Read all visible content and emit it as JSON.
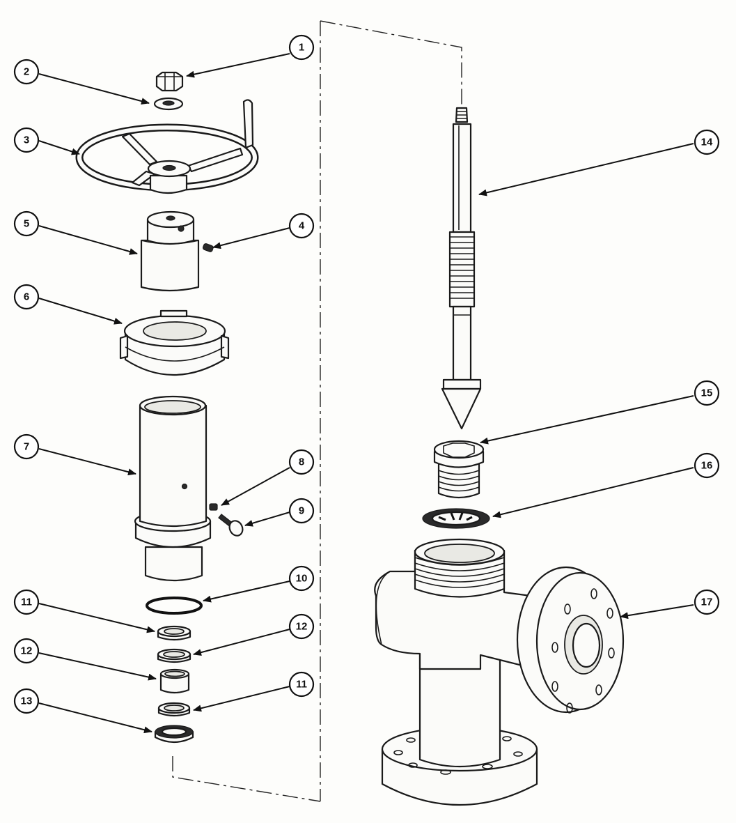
{
  "callouts": [
    {
      "id": "c1",
      "label": "1"
    },
    {
      "id": "c2",
      "label": "2"
    },
    {
      "id": "c3",
      "label": "3"
    },
    {
      "id": "c4",
      "label": "4"
    },
    {
      "id": "c5",
      "label": "5"
    },
    {
      "id": "c6",
      "label": "6"
    },
    {
      "id": "c7",
      "label": "7"
    },
    {
      "id": "c8",
      "label": "8"
    },
    {
      "id": "c9",
      "label": "9"
    },
    {
      "id": "c10",
      "label": "10"
    },
    {
      "id": "c11a",
      "label": "11"
    },
    {
      "id": "c12a",
      "label": "12"
    },
    {
      "id": "c12b",
      "label": "12"
    },
    {
      "id": "c11b",
      "label": "11"
    },
    {
      "id": "c13",
      "label": "13"
    },
    {
      "id": "c14",
      "label": "14"
    },
    {
      "id": "c15",
      "label": "15"
    },
    {
      "id": "c16",
      "label": "16"
    },
    {
      "id": "c17",
      "label": "17"
    }
  ]
}
